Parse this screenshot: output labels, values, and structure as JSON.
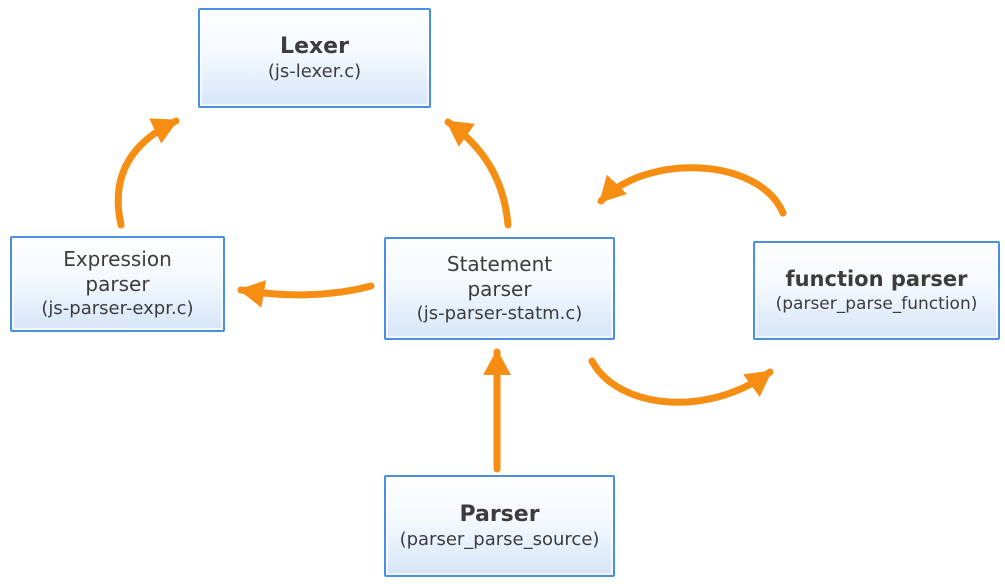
{
  "diagram": {
    "background_color": "#FFFFFF",
    "colors": {
      "arrow": "#F78E14",
      "box_border": "#4A90E2",
      "box_fill_top": "#FDFEFF",
      "box_fill_bottom": "#D6E5F8",
      "text": "#3C3C3C"
    },
    "nodes": {
      "lexer": {
        "title": "Lexer",
        "subtitle": "(js-lexer.c)"
      },
      "expression": {
        "title": "Expression\nparser",
        "subtitle": "(js-parser-expr.c)"
      },
      "statement": {
        "title": "Statement\nparser",
        "subtitle": "(js-parser-statm.c)"
      },
      "function": {
        "title": "function parser",
        "subtitle": "(parser_parse_function)"
      },
      "parser": {
        "title": "Parser",
        "subtitle": "(parser_parse_source)"
      }
    },
    "edges": [
      {
        "from": "Expression parser",
        "to": "Lexer",
        "style": "curved"
      },
      {
        "from": "Statement parser",
        "to": "Lexer",
        "style": "curved"
      },
      {
        "from": "Statement parser",
        "to": "Expression parser",
        "style": "curved"
      },
      {
        "from": "function parser",
        "to": "Statement parser",
        "style": "arc-top"
      },
      {
        "from": "Statement parser",
        "to": "function parser",
        "style": "arc-bottom"
      },
      {
        "from": "Parser",
        "to": "Statement parser",
        "style": "straight"
      }
    ]
  }
}
